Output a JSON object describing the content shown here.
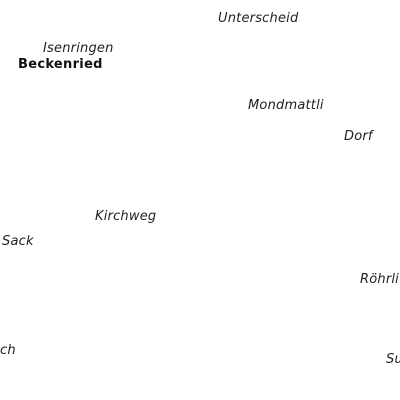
{
  "map": {
    "labels": [
      {
        "id": "unterscheid",
        "text": "Unterscheid",
        "style": "italic"
      },
      {
        "id": "isenringen",
        "text": "Isenringen",
        "style": "italic"
      },
      {
        "id": "beckenried",
        "text": "Beckenried",
        "style": "bold"
      },
      {
        "id": "mondmattli",
        "text": "Mondmattli",
        "style": "italic"
      },
      {
        "id": "dorf",
        "text": "Dorf",
        "style": "italic"
      },
      {
        "id": "kirchweg",
        "text": "Kirchweg",
        "style": "italic"
      },
      {
        "id": "sack",
        "text": "Sack",
        "style": "italic"
      },
      {
        "id": "roehrli",
        "text": "Röhrli",
        "style": "italic"
      },
      {
        "id": "ch-partial",
        "text": "ch",
        "style": "italic"
      },
      {
        "id": "su-partial",
        "text": "Su",
        "style": "italic"
      }
    ]
  }
}
